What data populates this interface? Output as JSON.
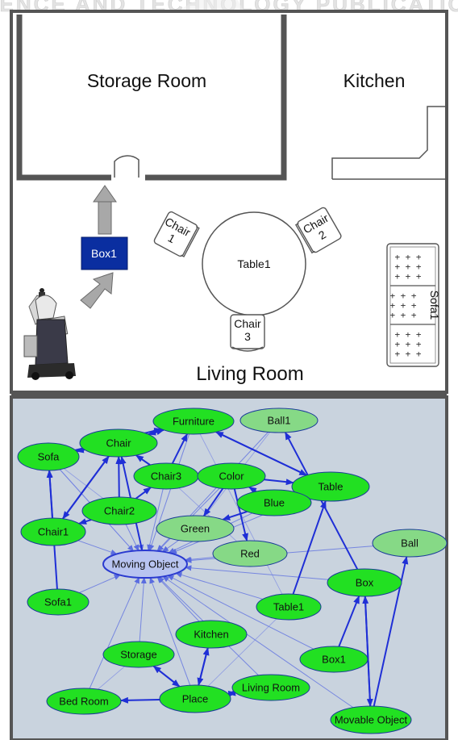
{
  "header": {
    "watermark": "SCIENCE AND TECHNOLOGY PUBLICATIONS"
  },
  "map": {
    "rooms": {
      "storage": "Storage Room",
      "kitchen": "Kitchen",
      "living": "Living Room"
    },
    "objects": {
      "box1": "Box1",
      "table1": "Table1",
      "chair1": [
        "Chair",
        "1"
      ],
      "chair2": [
        "Chair",
        "2"
      ],
      "chair3": [
        "Chair",
        "3"
      ],
      "sofa1": "Sofa1"
    },
    "colors": {
      "box": "#0a2ea0",
      "wall": "#555555",
      "arrow": "#9a9a9a"
    }
  },
  "graph": {
    "background": "#c9d3de",
    "edge_color": "#1f2fd6",
    "node_colors": {
      "bright": "#22e022",
      "pale": "#86d986",
      "moving": "#b8c4f0"
    },
    "nodes": {
      "furniture": "Furniture",
      "ball1": "Ball1",
      "chair": "Chair",
      "sofa": "Sofa",
      "chair3": "Chair3",
      "color": "Color",
      "table": "Table",
      "blue": "Blue",
      "chair2": "Chair2",
      "green": "Green",
      "chair1": "Chair1",
      "red": "Red",
      "ball": "Ball",
      "moving_object": "Moving Object",
      "box": "Box",
      "sofa1": "Sofa1",
      "table1": "Table1",
      "kitchen": "Kitchen",
      "storage": "Storage",
      "box1": "Box1",
      "living_room": "Living Room",
      "bed_room": "Bed Room",
      "place": "Place",
      "movable_object": "Movable Object"
    }
  }
}
